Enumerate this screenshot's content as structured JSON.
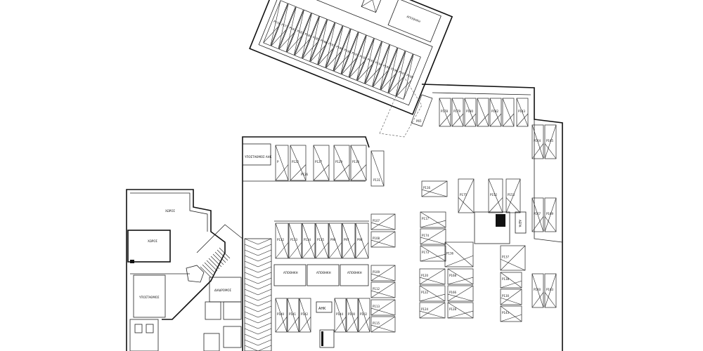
{
  "plan": {
    "stalls_ramp": [
      "P176",
      "P177",
      "P181",
      "P183",
      "P184",
      "P185",
      "P186",
      "P187",
      "P189",
      "P190",
      "P191",
      "P192",
      "P193",
      "P194",
      "P195",
      "P196",
      "P197",
      "P198",
      "P199"
    ],
    "stalls_north": [
      "P178",
      "P179",
      "P180",
      "P182",
      "P143"
    ],
    "stall_p65": "P65",
    "stalls_east": [
      "P164",
      "P165",
      "P167",
      "P169",
      "P160",
      "P163"
    ],
    "stalls_row1": [
      "P",
      "P122",
      "P126",
      "P127",
      "P129",
      "P130"
    ],
    "stall_p131": "P131",
    "stalls_row2": [
      "P132",
      "P133",
      "P134",
      "P135",
      "P96",
      "P97",
      "P98"
    ],
    "stalls_col_a": [
      "P107",
      "P108",
      "P109",
      "P112",
      "P113",
      "P115"
    ],
    "stalls_row3": [
      "P140",
      "P141",
      "P142",
      "P144",
      "P100",
      "P102"
    ],
    "stalls_mid": [
      "P116",
      "P117",
      "P174",
      "P173",
      "P120",
      "P122",
      "P124",
      "P168",
      "P166",
      "P128",
      "P175",
      "P152",
      "P153",
      "P136",
      "P137",
      "P138",
      "P130",
      "P143"
    ],
    "rooms": {
      "storage_1": "ΑΠΟΘΗΚΗ",
      "storage_2": "ΑΠΟΘΗΚΗ",
      "storage_3": "ΑΠΟΘΗΚΗ",
      "storage_ramp": "ΑΠΟΘΗΚΗ",
      "ahk": "ΑΗΚ",
      "shaft": "ΑΕΡΑ",
      "room_upper": "ΧΩΡΟΣ",
      "room_mid": "ΧΩΡΟΣ",
      "room_left": "ΥΠΟΣΤΑΘΜΟΣ",
      "room_corridor": "ΔΙΑΔΡΟΜΟΣ",
      "room_top_left": "ΥΠΟΣΤΑΘΜΟΣ ΑΗΚ"
    }
  }
}
